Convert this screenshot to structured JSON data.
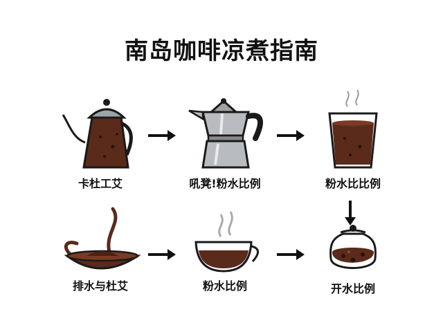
{
  "title": "南岛咖啡凉煮指南",
  "steps": [
    {
      "label": "卡杜工艾"
    },
    {
      "label": "吼凳!粉水比例"
    },
    {
      "label": "粉水比比例"
    },
    {
      "label": "排水与杜艾"
    },
    {
      "label": "粉水比例"
    },
    {
      "label": "开水比例"
    }
  ],
  "colors": {
    "coffee": "#5a2a1b",
    "steel": "#9ea3a8",
    "outline": "#1a1a1a"
  }
}
